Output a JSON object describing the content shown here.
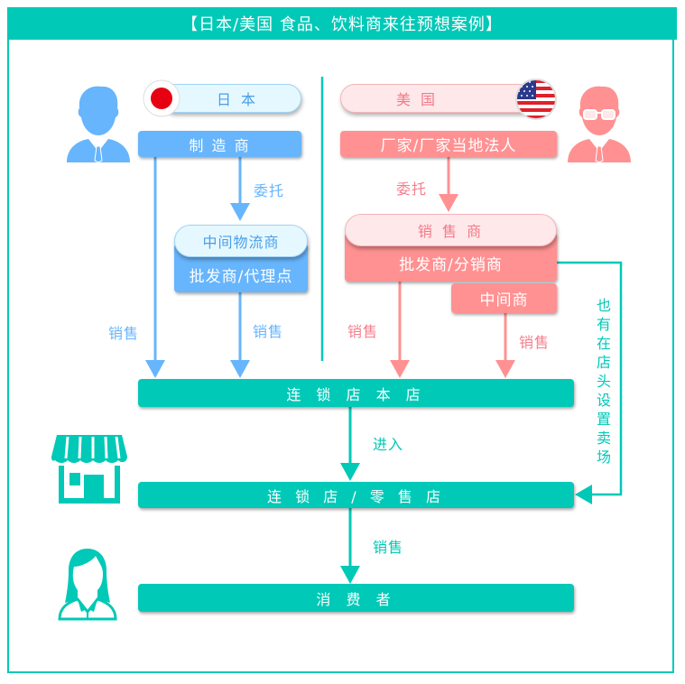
{
  "title": "【日本/美国 食品、饮料商来往预想案例】",
  "colors": {
    "teal": "#00c9b7",
    "japan_blue": "#67b5fc",
    "us_pink": "#ff9192",
    "japan_flag_red": "#e60012"
  },
  "japan": {
    "country_label": "日 本",
    "icon": "businessman-icon",
    "flag": "japan-flag-icon",
    "manufacturer": "制 造 商",
    "entrust_label": "委托",
    "logistics": "中间物流商",
    "wholesaler": "批发商/代理点",
    "sale_label_left": "销售",
    "sale_label_right": "销售"
  },
  "us": {
    "country_label": "美 国",
    "icon": "businessman-glasses-icon",
    "flag": "us-flag-icon",
    "manufacturer": "厂家/厂家当地法人",
    "entrust_label": "委托",
    "distributor": "销 售 商",
    "wholesaler": "批发商/分销商",
    "middleman": "中间商",
    "sale_label_left": "销售",
    "sale_label_right": "销售"
  },
  "side_note": "也有在店头设置卖场",
  "chain_hq": "连 锁 店 本 店",
  "enter_label": "进入",
  "chain_retail": "连 锁 店 / 零 售 店",
  "store_icon": "store-icon",
  "consumer_sale_label": "销售",
  "consumer": "消 费 者",
  "consumer_icon": "woman-icon"
}
